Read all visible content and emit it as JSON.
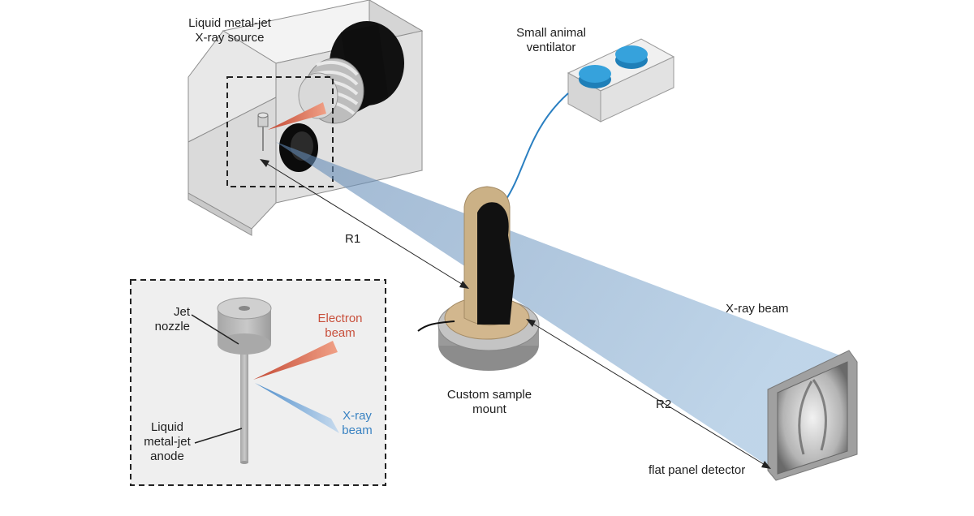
{
  "labels": {
    "source": [
      "Liquid metal-jet",
      "X-ray source"
    ],
    "ventilator": [
      "Small animal",
      "ventilator"
    ],
    "r1": "R1",
    "r2": "R2",
    "xray_beam": "X-ray beam",
    "sample_mount": [
      "Custom sample",
      "mount"
    ],
    "detector": "flat panel detector"
  },
  "inset": {
    "jet_nozzle": [
      "Jet",
      "nozzle"
    ],
    "electron_beam": [
      "Electron",
      "beam"
    ],
    "xray_beam": [
      "X-ray",
      "beam"
    ],
    "anode": [
      "Liquid",
      "metal-jet",
      "anode"
    ]
  },
  "colors": {
    "beam": "#a9c4dc",
    "electron_beam": "#e0765c",
    "ventilator_button": "#2e95cf",
    "housing": "#e6e6e6",
    "mount_tan": "#cdb48c"
  }
}
